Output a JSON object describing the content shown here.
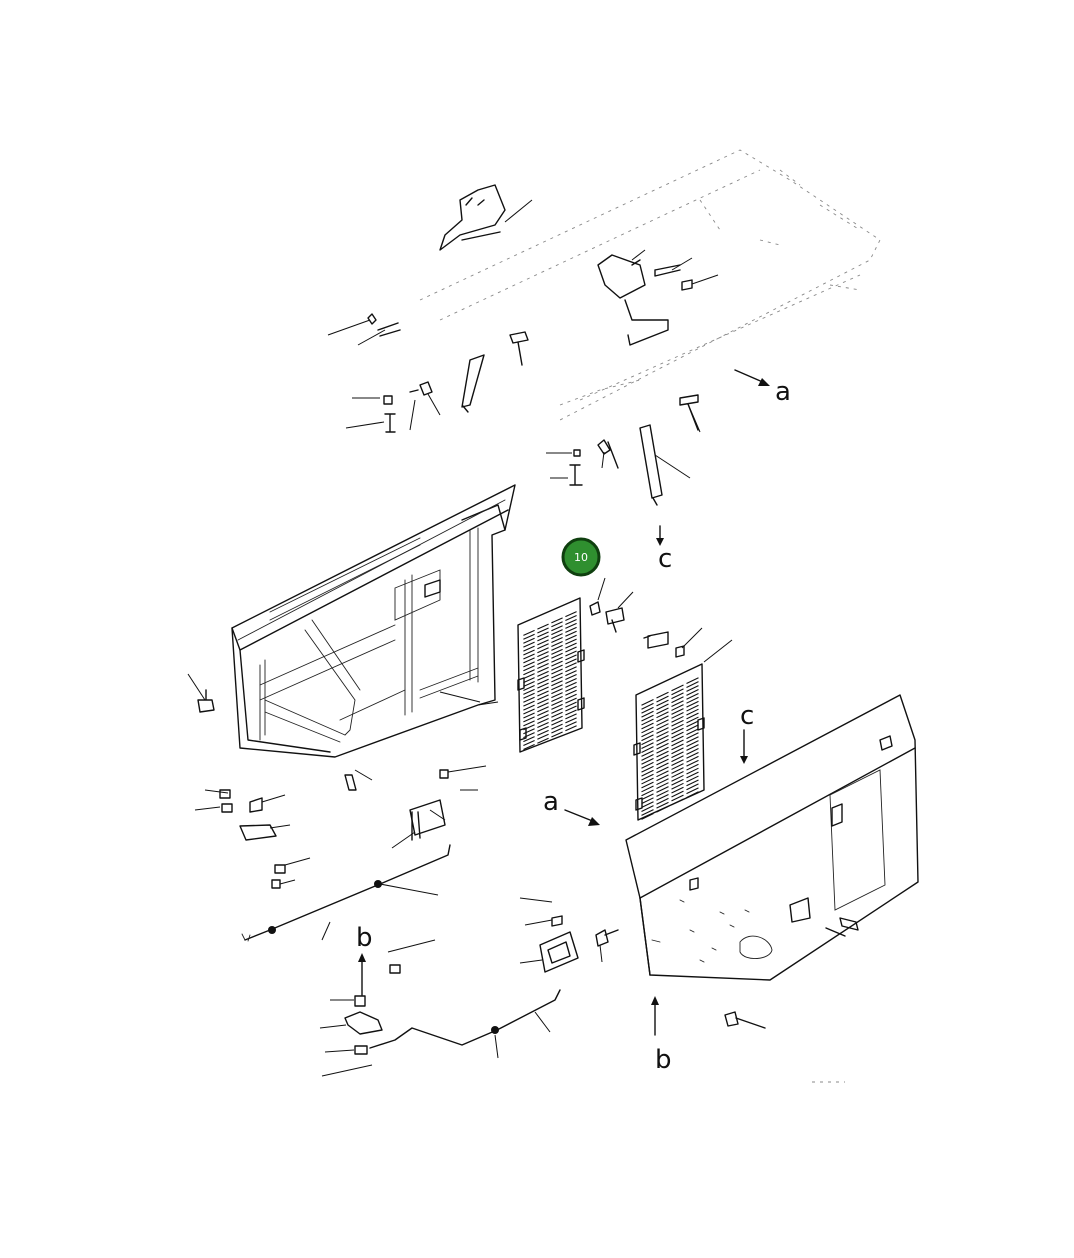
{
  "diagram": {
    "callouts": [
      {
        "id": "callout-10",
        "label": "10",
        "color": "#2f8f2f",
        "interactive": true
      }
    ],
    "reference_letters": {
      "a_upper": "a",
      "a_lower": "a",
      "b_left": "b",
      "b_right": "b",
      "c_upper": "c",
      "c_lower": "c"
    }
  }
}
